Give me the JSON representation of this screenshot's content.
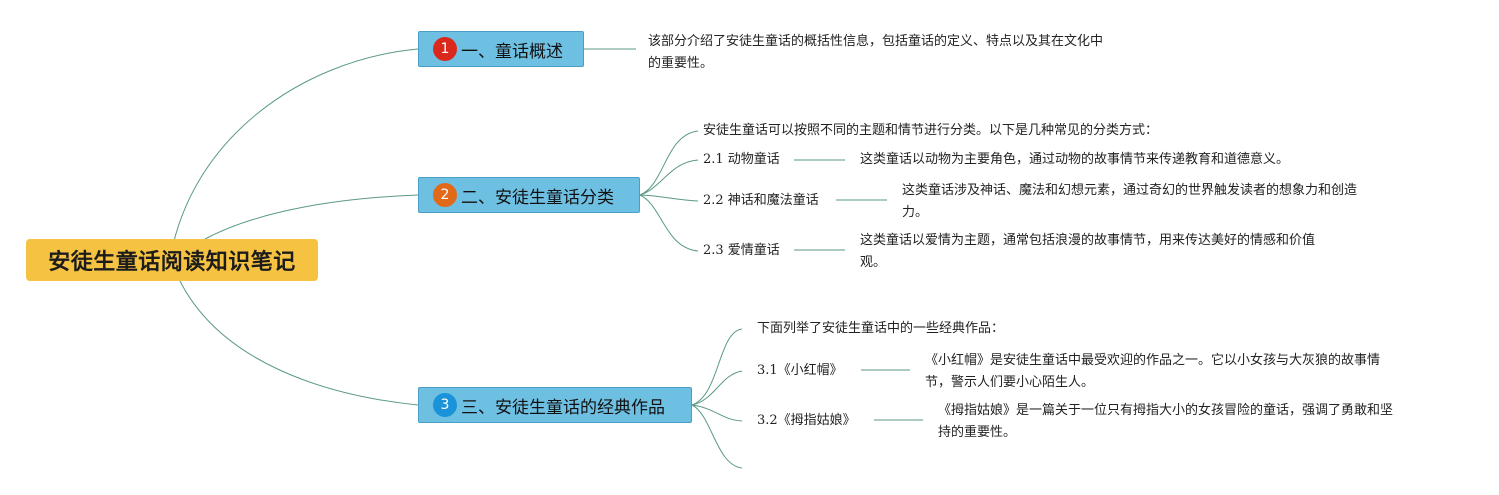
{
  "root": {
    "title": "安徒生童话阅读知识笔记"
  },
  "colors": {
    "root": "#f5c242",
    "topic": "#6ec0e3",
    "link": "#5a9a82"
  },
  "topics": [
    {
      "badge": "1",
      "badge_color": "#d9281c",
      "label": "一、童话概述",
      "note_lines": [
        "该部分介绍了安徒生童话的概括性信息，包括童话的定义、特点以及其在文化中",
        "的重要性。"
      ]
    },
    {
      "badge": "2",
      "badge_color": "#e06a1a",
      "label": "二、安徒生童话分类",
      "intro": "安徒生童话可以按照不同的主题和情节进行分类。以下是几种常见的分类方式：",
      "items": [
        {
          "label": "2.1 动物童话",
          "desc_lines": [
            "这类童话以动物为主要角色，通过动物的故事情节来传递教育和道德意义。"
          ]
        },
        {
          "label": "2.2 神话和魔法童话",
          "desc_lines": [
            "这类童话涉及神话、魔法和幻想元素，通过奇幻的世界触发读者的想象力和创造",
            "力。"
          ]
        },
        {
          "label": "2.3 爱情童话",
          "desc_lines": [
            "这类童话以爱情为主题，通常包括浪漫的故事情节，用来传达美好的情感和价值",
            "观。"
          ]
        }
      ]
    },
    {
      "badge": "3",
      "badge_color": "#1a93d9",
      "label": "三、安徒生童话的经典作品",
      "intro": "下面列举了安徒生童话中的一些经典作品：",
      "items": [
        {
          "label": "3.1《小红帽》",
          "desc_lines": [
            "《小红帽》是安徒生童话中最受欢迎的作品之一。它以小女孩与大灰狼的故事情",
            "节，警示人们要小心陌生人。"
          ]
        },
        {
          "label": "3.2《拇指姑娘》",
          "desc_lines": [
            "《拇指姑娘》是一篇关于一位只有拇指大小的女孩冒险的童话，强调了勇敢和坚",
            "持的重要性。"
          ]
        }
      ]
    }
  ]
}
